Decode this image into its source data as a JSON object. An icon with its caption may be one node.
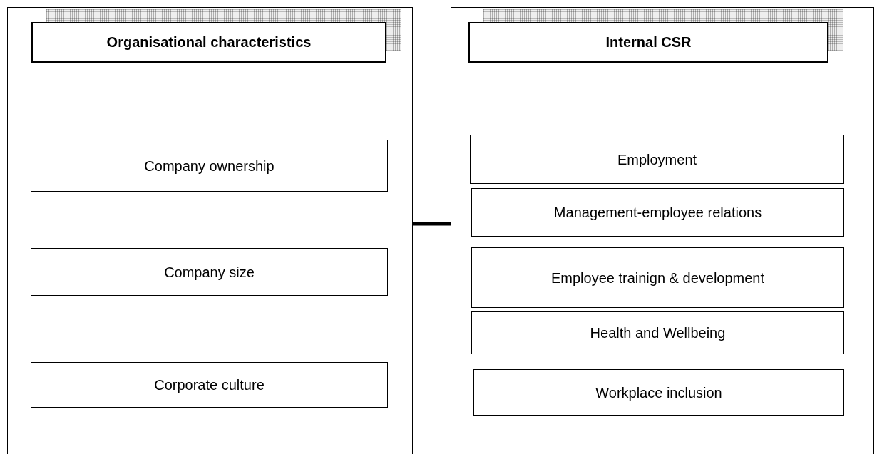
{
  "diagram": {
    "nodes": [
      {
        "text": [],
        "shape": "box"
      },
      {
        "text": [
          "Organisational characteristics"
        ],
        "in": 0
      },
      {
        "text": [
          "Company ownership"
        ],
        "in": 0
      },
      {
        "text": [
          "Company size"
        ],
        "in": 0
      },
      {
        "text": [
          "Corporate culture"
        ],
        "in": 0
      },
      {
        "text": [],
        "shape": "box"
      },
      {
        "text": [
          "Internal CSR"
        ],
        "in": 5
      },
      {
        "text": [
          "Employment"
        ],
        "in": 5
      },
      {
        "text": [
          "Management-employee relations"
        ],
        "in": 5
      },
      {
        "text": [
          "Employee trainign & development"
        ],
        "in": 5
      },
      {
        "text": [
          "Health and Wellbeing"
        ],
        "in": 5
      },
      {
        "text": [
          "Workplace inclusion"
        ],
        "in": 5
      }
    ],
    "edges": [
      {
        "from": 0,
        "to": 5,
        "arrow": "none"
      }
    ]
  }
}
